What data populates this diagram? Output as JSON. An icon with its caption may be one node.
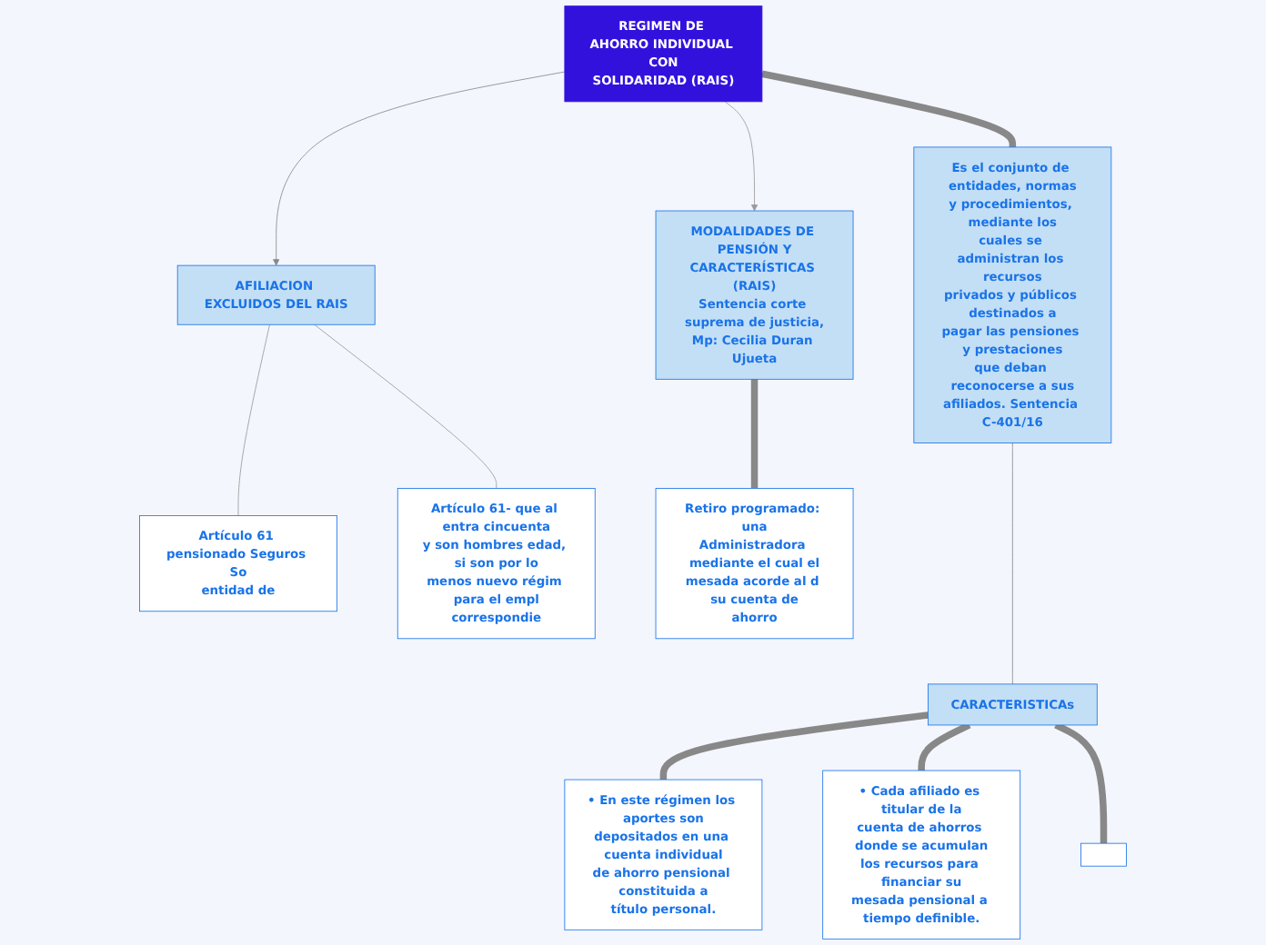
{
  "diagram": {
    "nodes": [
      {
        "text": [
          "REGIMEN DE AHORRO INDIVIDUAL CON SOLIDARIDAD (RAIS)"
        ]
      },
      {
        "text": [
          "AFILIACION EXCLUIDOS DEL RAIS"
        ]
      },
      {
        "text": [
          "Artículo 61 pensionado Seguros So entidad de"
        ]
      },
      {
        "text": [
          "Artículo 61- que al entra cincuenta y son hombres edad, si son por lo menos nuevo régim para el empl correspondie"
        ]
      },
      {
        "text": [
          "Es el conjunto de entidades, normas y procedimientos, mediante los cuales se administran los recursos privados y públicos destinados a pagar las pensiones y prestaciones que deban reconocerse a sus afiliados. Sentencia C-401/16"
        ]
      },
      {
        "text": [
          "CARACTERISTICAs"
        ]
      },
      {
        "text": [
          "• En este régimen los aportes son depositados en una cuenta individual de ahorro pensional constituida a título personal."
        ]
      },
      {
        "text": [
          "• Cada afiliado es titular de la cuenta de ahorros donde se acumulan los recursos para financiar su mesada pensional a tiempo definible."
        ]
      },
      {
        "text": [],
        "shape": "box"
      },
      {
        "text": [
          "MODALIDADES DE PENSIÓN Y CARACTERÍSTICAS (RAIS)",
          "Sentencia corte suprema de justicia, Mp: Cecilia Duran Ujueta"
        ]
      },
      {
        "text": [
          "Retiro programado: una Administradora mediante el cual el mesada acorde al d su cuenta de ahorro"
        ]
      }
    ],
    "edges": [
      {
        "from": 0,
        "to": 1,
        "arrow": "to",
        "color": "#888888"
      },
      {
        "from": 1,
        "to": 2,
        "arrow": "none",
        "color": "#999999"
      },
      {
        "from": 1,
        "to": 3,
        "arrow": "none",
        "color": "#999999"
      },
      {
        "from": 0,
        "to": 4,
        "arrow": "none",
        "style": "thick",
        "color": "#888888"
      },
      {
        "from": 4,
        "to": 5,
        "arrow": "none",
        "color": "#888888"
      },
      {
        "from": 5,
        "to": 6,
        "arrow": "none",
        "style": "thick",
        "color": "#888888"
      },
      {
        "from": 5,
        "to": 7,
        "arrow": "none",
        "style": "thick",
        "color": "#888888"
      },
      {
        "from": 5,
        "to": 8,
        "arrow": "none",
        "style": "thick",
        "color": "#888888"
      },
      {
        "from": 0,
        "to": 9,
        "arrow": "to",
        "color": "#999999"
      },
      {
        "from": 9,
        "to": 10,
        "arrow": "none",
        "style": "thick",
        "color": "#888888"
      }
    ]
  }
}
